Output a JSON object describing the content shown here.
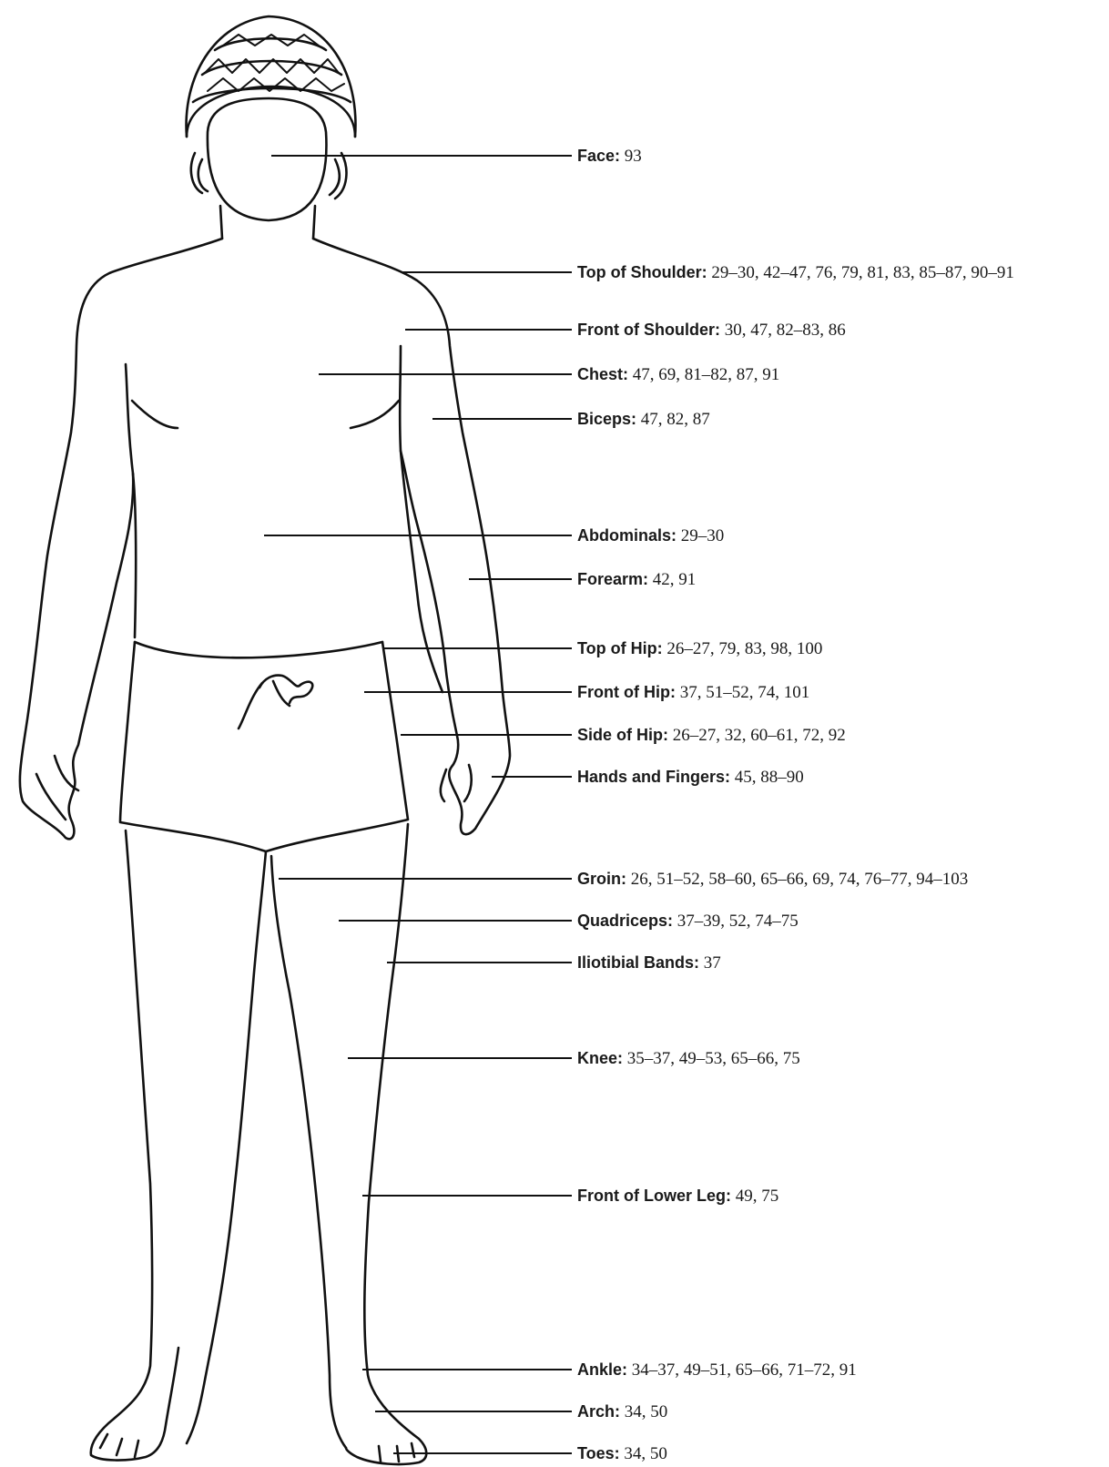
{
  "labels": [
    {
      "name": "Face:",
      "pages": "93"
    },
    {
      "name": "Top of Shoulder:",
      "pages": "29–30, 42–47, 76, 79, 81, 83, 85–87, 90–91"
    },
    {
      "name": "Front of Shoulder:",
      "pages": "30, 47, 82–83, 86"
    },
    {
      "name": "Chest:",
      "pages": "47, 69, 81–82, 87, 91"
    },
    {
      "name": "Biceps:",
      "pages": "47, 82, 87"
    },
    {
      "name": "Abdominals:",
      "pages": "29–30"
    },
    {
      "name": "Forearm:",
      "pages": "42, 91"
    },
    {
      "name": "Top of Hip:",
      "pages": "26–27, 79, 83, 98, 100"
    },
    {
      "name": "Front of Hip:",
      "pages": "37, 51–52, 74, 101"
    },
    {
      "name": "Side of Hip:",
      "pages": "26–27, 32, 60–61, 72, 92"
    },
    {
      "name": "Hands and Fingers:",
      "pages": "45, 88–90"
    },
    {
      "name": "Groin:",
      "pages": "26, 51–52, 58–60, 65–66, 69, 74, 76–77, 94–103"
    },
    {
      "name": "Quadriceps:",
      "pages": "37–39, 52, 74–75"
    },
    {
      "name": "Iliotibial Bands:",
      "pages": "37"
    },
    {
      "name": "Knee:",
      "pages": "35–37, 49–53, 65–66, 75"
    },
    {
      "name": "Front of Lower Leg:",
      "pages": "49, 75"
    },
    {
      "name": "Ankle:",
      "pages": "34–37, 49–51, 65–66, 71–72, 91"
    },
    {
      "name": "Arch:",
      "pages": "34, 50"
    },
    {
      "name": "Toes:",
      "pages": "34, 50"
    }
  ]
}
